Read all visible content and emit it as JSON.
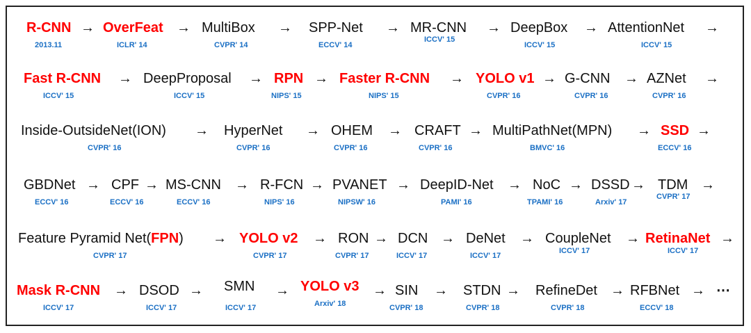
{
  "rows": [
    [
      {
        "name": "R-CNN",
        "venue": "2013.11",
        "red": true
      },
      {
        "name": "OverFeat",
        "venue": "ICLR' 14",
        "red": true
      },
      {
        "name": "MultiBox",
        "venue": "CVPR' 14",
        "red": false
      },
      {
        "name": "SPP-Net",
        "venue": "ECCV' 14",
        "red": false
      },
      {
        "name": "MR-CNN",
        "venue": "ICCV' 15",
        "red": false
      },
      {
        "name": "DeepBox",
        "venue": "ICCV' 15",
        "red": false
      },
      {
        "name": "AttentionNet",
        "venue": "ICCV' 15",
        "red": false
      }
    ],
    [
      {
        "name": "Fast R-CNN",
        "venue": "ICCV' 15",
        "red": true
      },
      {
        "name": "DeepProposal",
        "venue": "ICCV' 15",
        "red": false
      },
      {
        "name": "RPN",
        "venue": "NIPS' 15",
        "red": true
      },
      {
        "name": "Faster R-CNN",
        "venue": "NIPS' 15",
        "red": true
      },
      {
        "name": "YOLO v1",
        "venue": "CVPR' 16",
        "red": true
      },
      {
        "name": "G-CNN",
        "venue": "CVPR' 16",
        "red": false
      },
      {
        "name": "AZNet",
        "venue": "CVPR' 16",
        "red": false
      }
    ],
    [
      {
        "name": "Inside-OutsideNet(ION)",
        "venue": "CVPR' 16",
        "red": false
      },
      {
        "name": "HyperNet",
        "venue": "CVPR' 16",
        "red": false
      },
      {
        "name": "OHEM",
        "venue": "CVPR' 16",
        "red": false
      },
      {
        "name": "CRAFT",
        "venue": "CVPR' 16",
        "red": false
      },
      {
        "name": "MultiPathNet(MPN)",
        "venue": "BMVC' 16",
        "red": false
      },
      {
        "name": "SSD",
        "venue": "ECCV' 16",
        "red": true
      }
    ],
    [
      {
        "name": "GBDNet",
        "venue": "ECCV' 16",
        "red": false
      },
      {
        "name": "CPF",
        "venue": "ECCV' 16",
        "red": false
      },
      {
        "name": "MS-CNN",
        "venue": "ECCV' 16",
        "red": false
      },
      {
        "name": "R-FCN",
        "venue": "NIPS' 16",
        "red": false
      },
      {
        "name": "PVANET",
        "venue": "NIPSW' 16",
        "red": false
      },
      {
        "name": "DeepID-Net",
        "venue": "PAMI' 16",
        "red": false
      },
      {
        "name": "NoC",
        "venue": "TPAMI' 16",
        "red": false
      },
      {
        "name": "DSSD",
        "venue": "Arxiv' 17",
        "red": false
      },
      {
        "name": "TDM",
        "venue": "CVPR' 17",
        "red": false
      }
    ],
    [
      {
        "name_prefix": "Feature Pyramid Net(",
        "name_highlight": "FPN",
        "name_suffix": ")",
        "venue": "CVPR' 17",
        "red": false
      },
      {
        "name": "YOLO v2",
        "venue": "CVPR' 17",
        "red": true
      },
      {
        "name": "RON",
        "venue": "CVPR' 17",
        "red": false
      },
      {
        "name": "DCN",
        "venue": "ICCV' 17",
        "red": false
      },
      {
        "name": "DeNet",
        "venue": "ICCV' 17",
        "red": false
      },
      {
        "name": "CoupleNet",
        "venue": "ICCV' 17",
        "red": false
      },
      {
        "name": "RetinaNet",
        "venue": "ICCV' 17",
        "red": true
      }
    ],
    [
      {
        "name": "Mask R-CNN",
        "venue": "ICCV' 17",
        "red": true
      },
      {
        "name": "DSOD",
        "venue": "ICCV' 17",
        "red": false
      },
      {
        "name": "SMN",
        "venue": "ICCV' 17",
        "red": false
      },
      {
        "name": "YOLO v3",
        "venue": "Arxiv' 18",
        "red": true
      },
      {
        "name": "SIN",
        "venue": "CVPR' 18",
        "red": false
      },
      {
        "name": "STDN",
        "venue": "CVPR' 18",
        "red": false
      },
      {
        "name": "RefineDet",
        "venue": "CVPR' 18",
        "red": false
      },
      {
        "name": "RFBNet",
        "venue": "ECCV' 18",
        "red": false
      }
    ]
  ],
  "arrow_glyph": "→",
  "ellipsis": "⋯",
  "colors": {
    "highlight": "#ff0000",
    "venue": "#1a6fc4",
    "text": "#111111"
  }
}
